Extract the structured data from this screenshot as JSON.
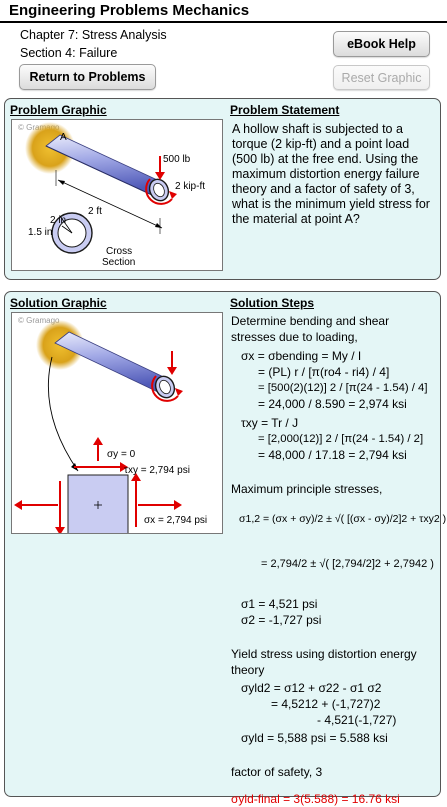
{
  "header": {
    "title": "Engineering Problems Mechanics",
    "chapter": "Chapter 7: Stress Analysis",
    "section": "Section 4: Failure",
    "ebook_button": "eBook Help",
    "return_button": "Return to Problems",
    "reset_button": "Reset Graphic"
  },
  "problem": {
    "graphic_heading": "Problem Graphic",
    "statement_heading": "Problem Statement",
    "statement": "A hollow shaft is subjected to a torque (2 kip-ft) and a point load (500 lb) at the free end. Using the maximum distortion energy failure theory and a factor of safety of 3, what is the minimum yield stress for the material at point A?",
    "figure": {
      "copyright": "© Gramago",
      "label_a": "A",
      "load": "500 lb",
      "torque": "2 kip-ft",
      "length": "2 ft",
      "outer_dim": "2 in",
      "inner_dim": "1.5 in",
      "cross_section_1": "Cross",
      "cross_section_2": "Section"
    }
  },
  "solution": {
    "graphic_heading": "Solution Graphic",
    "steps_heading": "Solution Steps",
    "figure": {
      "copyright": "© Gramago",
      "sigma_y": "σy = 0",
      "tau_xy": "τxy = 2,794 psi",
      "sigma_x": "σx = 2,794 psi"
    },
    "lines": {
      "l01": "Determine bending and shear",
      "l02": "stresses due to loading,",
      "l03": "σx = σbending = My / I",
      "l04": "= (PL) r / [π(ro4 - ri4) / 4]",
      "l05": "= [500(2)(12)] 2 / [π(24 - 1.54) / 4]",
      "l06": "= 24,000 / 8.590 = 2,974 ksi",
      "l07": "τxy = Tr / J",
      "l08": "= [2,000(12)] 2 / [π(24 - 1.54) / 2]",
      "l09": "= 48,000 / 17.18 = 2,794 ksi",
      "l10": "Maximum principle stresses,",
      "l11": "σ1,2 = (σx + σy)/2 ± √( [(σx - σy)/2]2 + τxy2 )",
      "l12": "= 2,794/2 ± √( [2,794/2]2 + 2,7942 )",
      "l13": "σ1 = 4,521 psi",
      "l14": "σ2 = -1,727 psi",
      "l15": "Yield stress using distortion energy",
      "l16": "theory",
      "l17": "σyld2 = σ12 + σ22 - σ1 σ2",
      "l18": "= 4,5212 + (-1,727)2",
      "l19": "- 4,521(-1,727)",
      "l20": "σyld = 5,588 psi = 5.588 ksi",
      "l21": "factor of safety, 3",
      "l22": "σyld-final = 3(5.588) = 16.76 ksi"
    }
  },
  "colors": {
    "panel_bg": "#e4f6f6",
    "accent_red": "#e00000",
    "shaft_blue": "#7f87d6"
  }
}
